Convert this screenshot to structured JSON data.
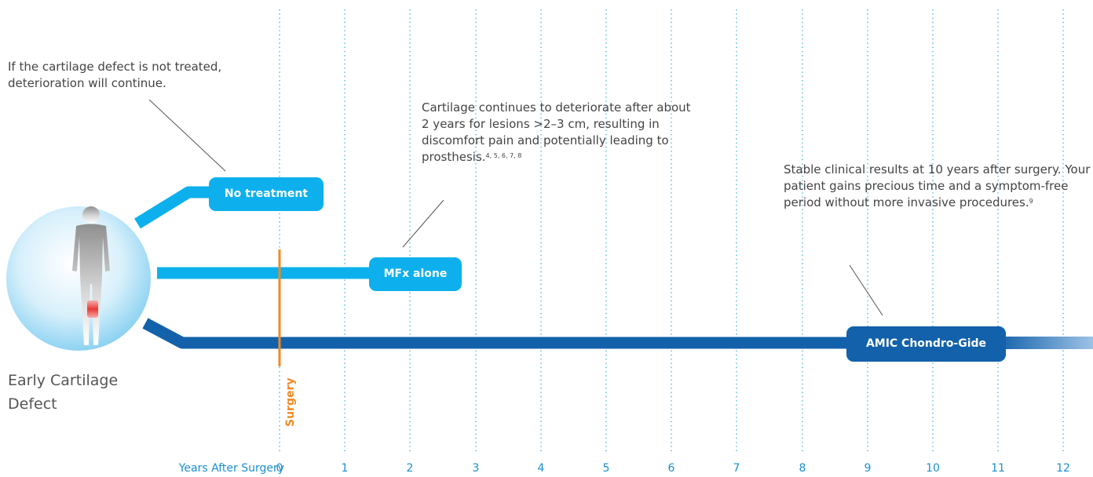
{
  "annotations": {
    "no_treatment": "If the cartilage defect is not treated, deterioration will continue.",
    "mfx_main": "Cartilage continues to deteriorate after about 2 years for lesions >2–3 cm, resulting in discomfort pain and potentially leading to prosthesis.",
    "mfx_refs": "4, 5, 6, 7, 8",
    "amic_main": "Stable clinical results at 10 years after surgery. Your patient gains precious time and a symptom-free period without more invasive procedures.",
    "amic_refs": "9"
  },
  "pathways": {
    "no_treatment": "No treatment",
    "mfx": "MFx alone",
    "amic": "AMIC Chondro-Gide"
  },
  "defect_title": "Early Cartilage Defect",
  "surgery_label": "Surgery",
  "axis": {
    "title": "Years After Surgery",
    "ticks": [
      "0",
      "1",
      "2",
      "3",
      "4",
      "5",
      "6",
      "7",
      "8",
      "9",
      "10",
      "11",
      "12"
    ]
  },
  "colors": {
    "light_blue": "#0db0ec",
    "dark_blue": "#1361aa",
    "orange": "#f08a24",
    "grid": "#29a8e0",
    "axis_text": "#1a8fd3"
  }
}
